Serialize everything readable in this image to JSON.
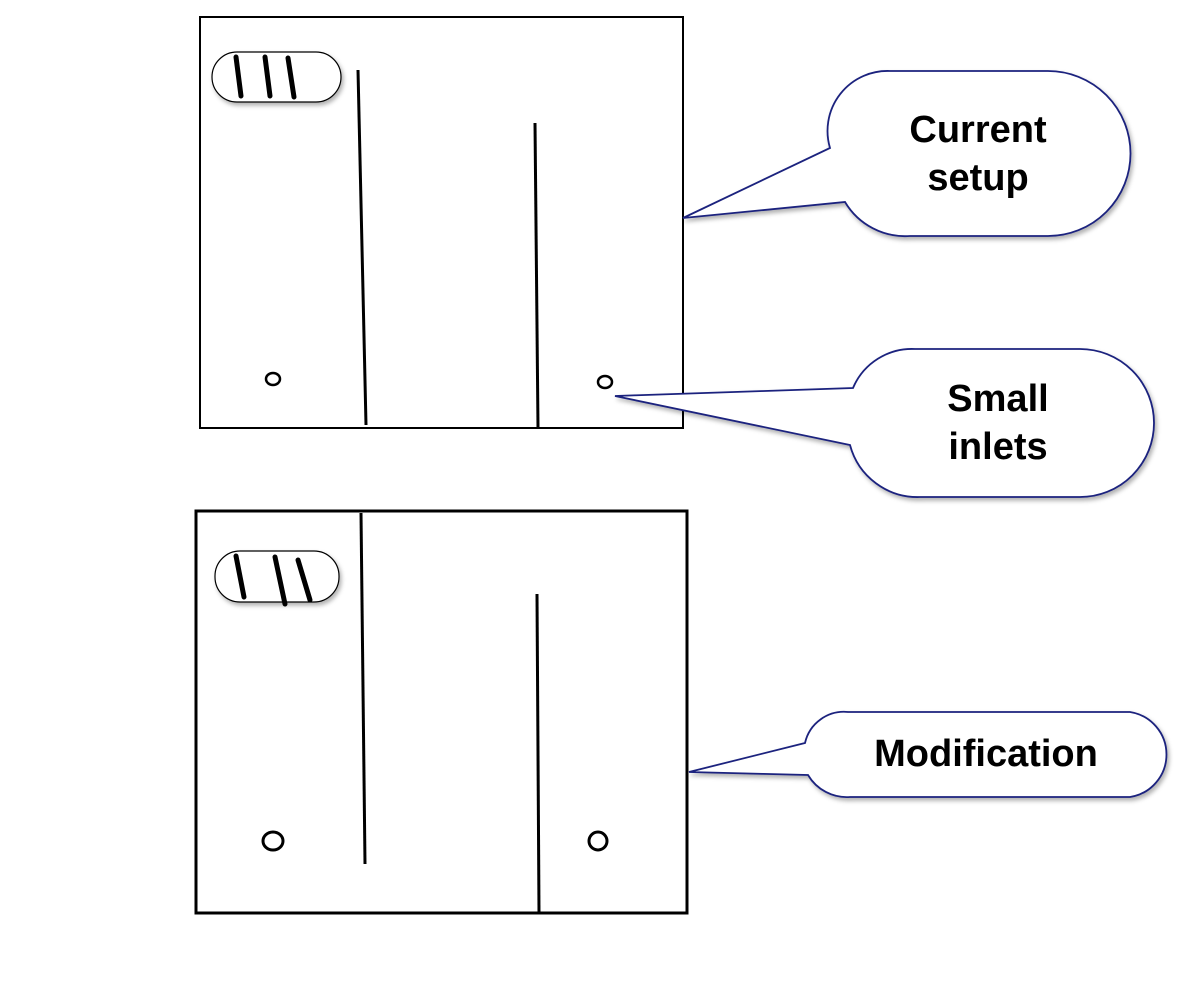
{
  "callouts": {
    "current_setup": {
      "line1": "Current",
      "line2": "setup"
    },
    "small_inlets": {
      "line1": "Small",
      "line2": "inlets"
    },
    "modification": {
      "label": "Modification"
    }
  },
  "colors": {
    "callout_border": "#1a237e",
    "ink": "#000000",
    "background": "#ffffff"
  }
}
